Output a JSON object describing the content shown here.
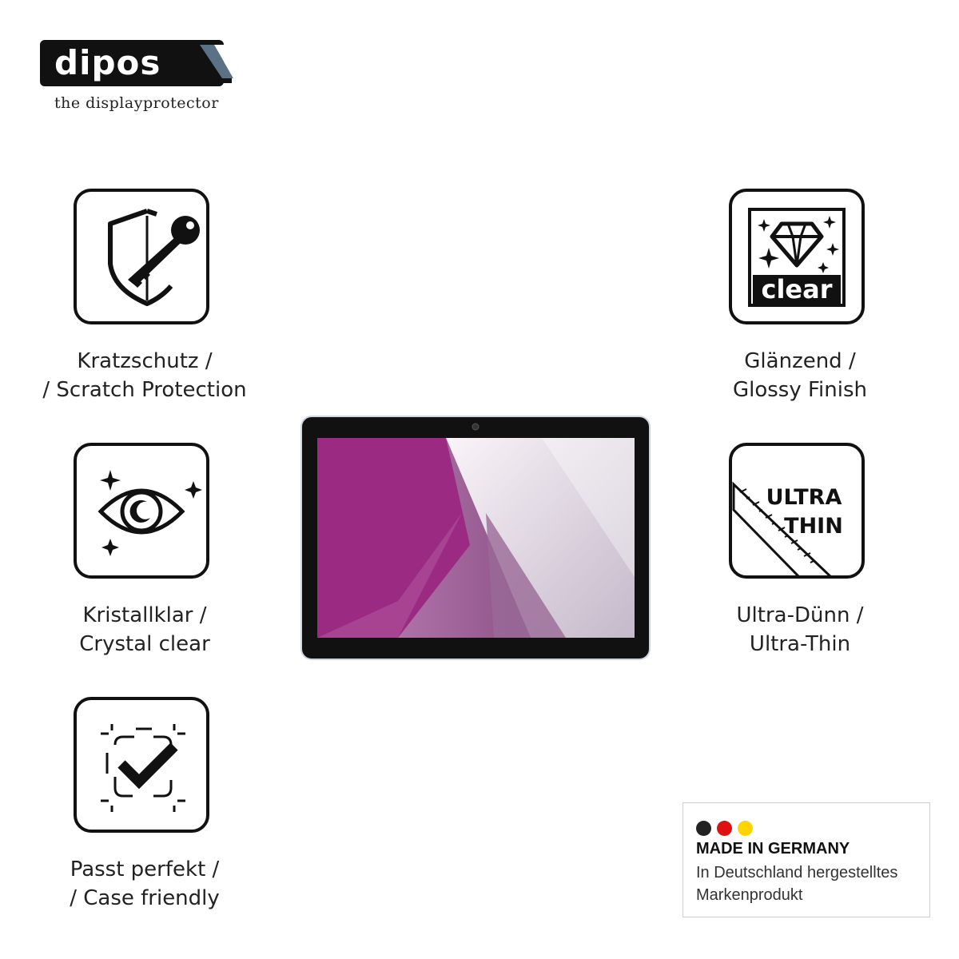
{
  "brand": {
    "name": "dipos",
    "tagline": "the displayprotector"
  },
  "features": [
    {
      "icon": "shield-key-icon",
      "line1": "Kratzschutz /",
      "line2": "/ Scratch Protection"
    },
    {
      "icon": "eye-sparkle-icon",
      "line1": "Kristallklar /",
      "line2": "Crystal clear"
    },
    {
      "icon": "checkmark-frame-icon",
      "line1": "Passt perfekt /",
      "line2": "/ Case friendly"
    },
    {
      "icon": "diamond-clear-icon",
      "badge": "clear",
      "line1": "Glänzend /",
      "line2": "Glossy Finish"
    },
    {
      "icon": "ruler-ultra-thin-icon",
      "badge1": "ULTRA",
      "badge2": "THIN",
      "line1": "Ultra-Dünn /",
      "line2": "Ultra-Thin"
    }
  ],
  "made_in": {
    "title": "MADE IN GERMANY",
    "line1": "In Deutschland hergestelltes",
    "line2": "Markenprodukt",
    "flag_colors": [
      "#222222",
      "#dd1111",
      "#ffd400"
    ]
  },
  "colors": {
    "accent": "#9b2a82",
    "dark": "#111111"
  }
}
